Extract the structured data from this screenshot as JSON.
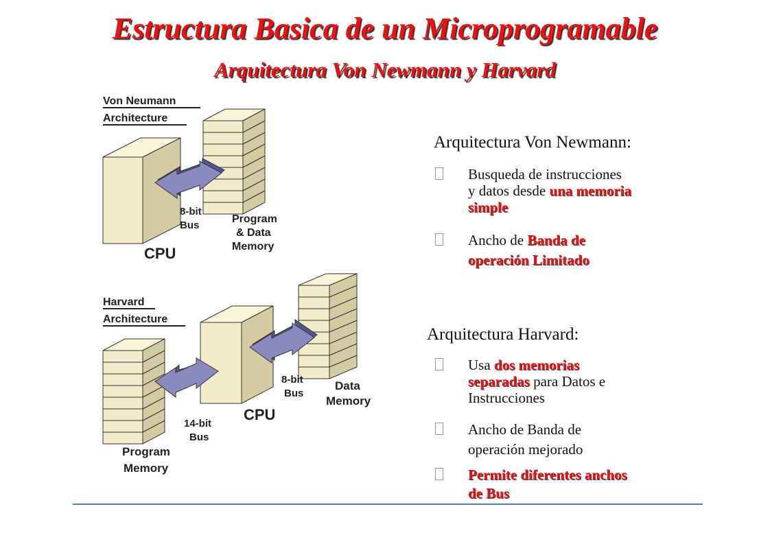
{
  "title": "Estructura Basica de un Microprogramable",
  "subtitle": "Arquitectura Von Newmann y  Harvard",
  "diagram": {
    "von_neumann": {
      "heading_line1": "Von Neumann",
      "heading_line2": "Architecture",
      "bus_line1": "8-bit",
      "bus_line2": "Bus",
      "cpu": "CPU",
      "memory_line1": "Program",
      "memory_line2": "& Data",
      "memory_line3": "Memory"
    },
    "harvard": {
      "heading_line1": "Harvard",
      "heading_line2": "Architecture",
      "cpu": "CPU",
      "data_bus_line1": "8-bit",
      "data_bus_line2": "Bus",
      "data_memory_line1": "Data",
      "data_memory_line2": "Memory",
      "program_bus_line1": "14-bit",
      "program_bus_line2": "Bus",
      "program_memory_line1": "Program",
      "program_memory_line2": "Memory"
    }
  },
  "von_newmann_section": {
    "heading": "Arquitectura Von Newmann:",
    "point1": {
      "text_a": "Busqueda de instrucciones",
      "text_b": "y datos desde ",
      "red_a": "una memoria",
      "red_b": "simple"
    },
    "point2": {
      "text_a": "Ancho de ",
      "red_a": "Banda de",
      "red_b": "operación Limitado"
    }
  },
  "harvard_section": {
    "heading": "Arquitectura Harvard:",
    "point1": {
      "text_a": "Usa ",
      "red_a": "dos memorias",
      "red_b": "separadas",
      "text_b": " para Datos e",
      "text_c": "Instrucciones"
    },
    "point2": {
      "line1": "Ancho de Banda de",
      "line2": "operación mejorado"
    },
    "point3": {
      "red_a": "Permite diferentes anchos",
      "red_b": "de Bus"
    }
  },
  "colors": {
    "title_red": "#ee1111",
    "block_fill": "#f3eccb",
    "arrow_fill": "#7f7fb3",
    "rule": "#5b7fb8"
  }
}
